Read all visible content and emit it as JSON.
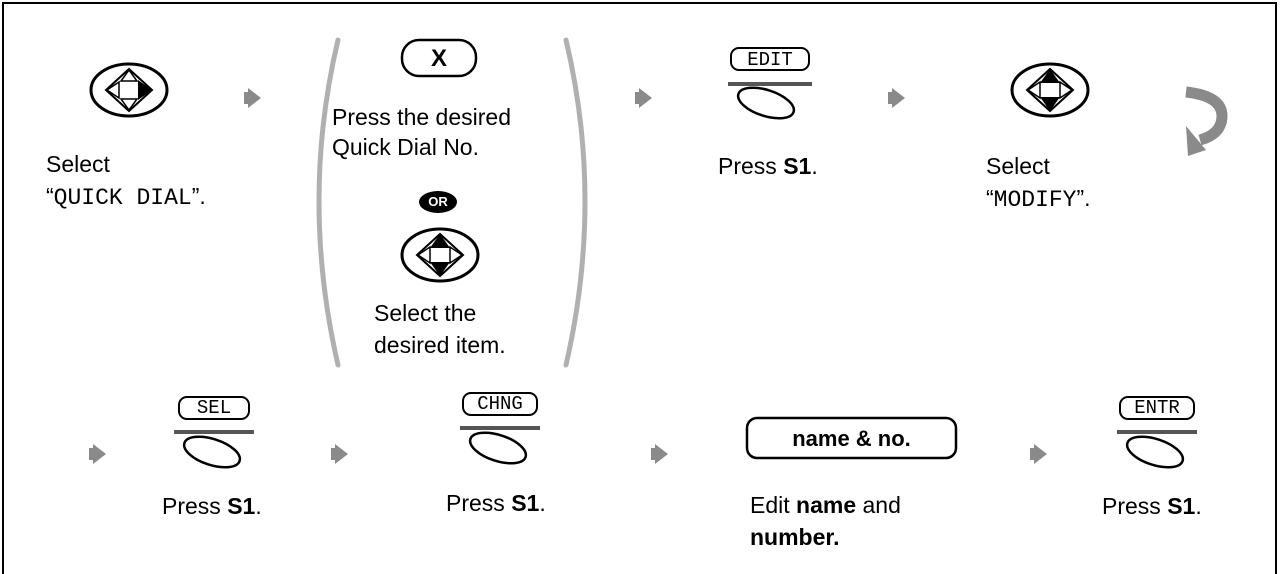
{
  "steps_row1": {
    "select_quick_dial": {
      "text": "Select",
      "value": "QUICK DIAL"
    },
    "press_quick_dial_no": {
      "line1": "Press the desired",
      "line2": "Quick Dial No."
    },
    "or_badge": "OR",
    "select_item": {
      "line1": "Select the",
      "line2": "desired item."
    },
    "edit_key": {
      "label": "EDIT",
      "instruction_prefix": "Press ",
      "instruction_key": "S1",
      "instruction_suffix": "."
    },
    "select_modify": {
      "text": "Select",
      "value": "MODIFY"
    }
  },
  "steps_row2": {
    "sel_key": {
      "label": "SEL",
      "instruction_prefix": "Press ",
      "instruction_key": "S1",
      "instruction_suffix": "."
    },
    "chng_key": {
      "label": "CHNG",
      "instruction_prefix": "Press ",
      "instruction_key": "S1",
      "instruction_suffix": "."
    },
    "name_field": {
      "label": "name & no.",
      "instruction_prefix": "Edit ",
      "instruction_bold1": "name",
      "instruction_mid": " and",
      "instruction_bold2": "number."
    },
    "entr_key": {
      "label": "ENTR",
      "instruction_prefix": "Press ",
      "instruction_key": "S1",
      "instruction_suffix": "."
    }
  },
  "keypad_key": "X",
  "icons": [
    "navigator-right-icon",
    "navigator-up-down-icon",
    "soft-key-icon",
    "arrow-right-icon",
    "continue-arrow-icon"
  ],
  "colors": {
    "arrow": "#8a8a8a",
    "bracket": "#b0b0b0",
    "line": "#000000"
  }
}
